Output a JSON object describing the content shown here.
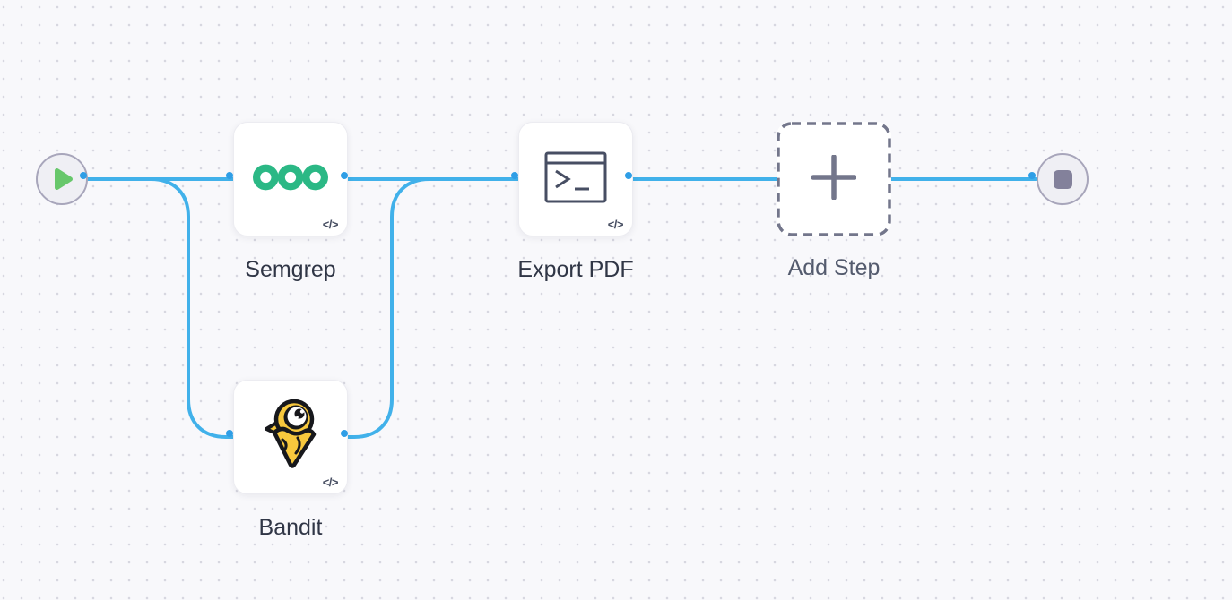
{
  "canvas": {
    "background_color": "#f8f8fb",
    "grid_dot_color": "#d7d7e0",
    "edge_color": "#41b1ea",
    "port_color": "#2f9ee6"
  },
  "nodes": {
    "start": {
      "type": "start",
      "icon": "play-icon",
      "icon_color": "#67c76b"
    },
    "semgrep": {
      "label": "Semgrep",
      "badge": "</>",
      "logo_color": "#2bb885"
    },
    "bandit": {
      "label": "Bandit",
      "badge": "</>",
      "logo_colors": {
        "body": "#f7c83d",
        "outline": "#17181c"
      }
    },
    "export_pdf": {
      "label": "Export PDF",
      "badge": "</>",
      "icon": "terminal-icon",
      "icon_color": "#474e63"
    },
    "add_step": {
      "label": "Add Step",
      "icon": "plus-icon",
      "icon_color": "#73768b",
      "border_style": "dashed"
    },
    "end": {
      "type": "end",
      "icon": "stop-icon",
      "icon_color": "#83819b"
    }
  },
  "edges": [
    {
      "from": "start",
      "to": "semgrep"
    },
    {
      "from": "start",
      "to": "bandit"
    },
    {
      "from": "semgrep",
      "to": "export_pdf"
    },
    {
      "from": "bandit",
      "to": "export_pdf"
    },
    {
      "from": "export_pdf",
      "to": "end"
    }
  ]
}
